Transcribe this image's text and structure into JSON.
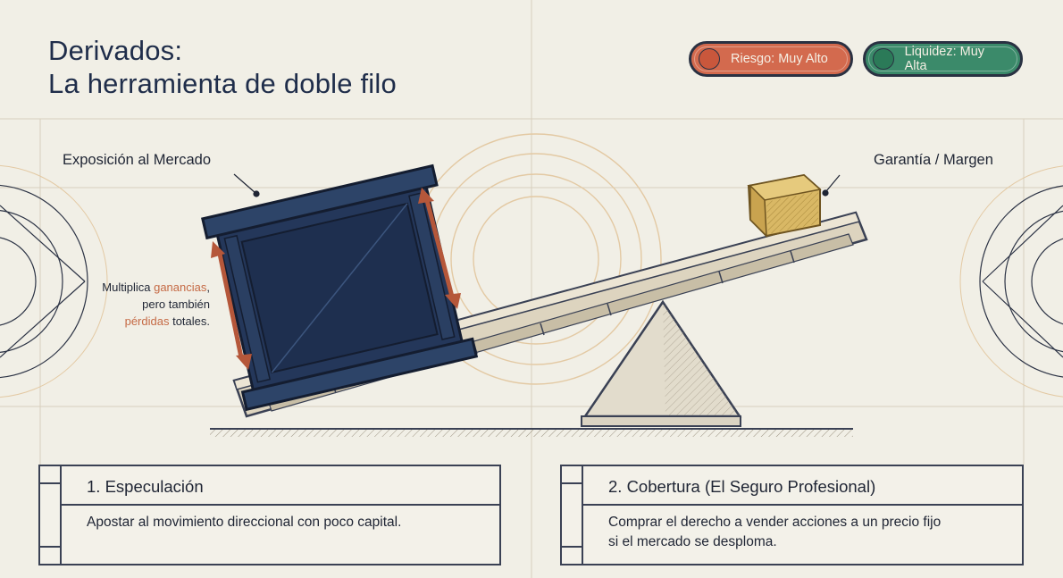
{
  "title": {
    "line1": "Derivados:",
    "line2": "La herramienta de doble filo"
  },
  "badges": [
    {
      "label": "Riesgo: Muy Alto",
      "color": "#d36a4e"
    },
    {
      "label": "Liquidez: Muy Alta",
      "color": "#3b8a6a"
    }
  ],
  "diagram": {
    "exposure_label": "Exposición al Mercado",
    "margin_label": "Garantía / Margen",
    "note": {
      "part1": "Multiplica ",
      "gains": "ganancias",
      "part2": ",",
      "line2": "pero también",
      "losses": "pérdidas",
      "part3": " totales."
    },
    "colors": {
      "block": "#24375a",
      "crate": "#d9b865",
      "arrow": "#b5573a",
      "beam": "#ddd4bf"
    }
  },
  "cards": [
    {
      "title": "1. Especulación",
      "text": "Apostar al movimiento direccional con poco capital."
    },
    {
      "title": "2. Cobertura (El Seguro Profesional)",
      "text_line1": "Comprar el derecho a vender acciones a un precio fijo",
      "text_line2": "si el mercado se desploma."
    }
  ]
}
